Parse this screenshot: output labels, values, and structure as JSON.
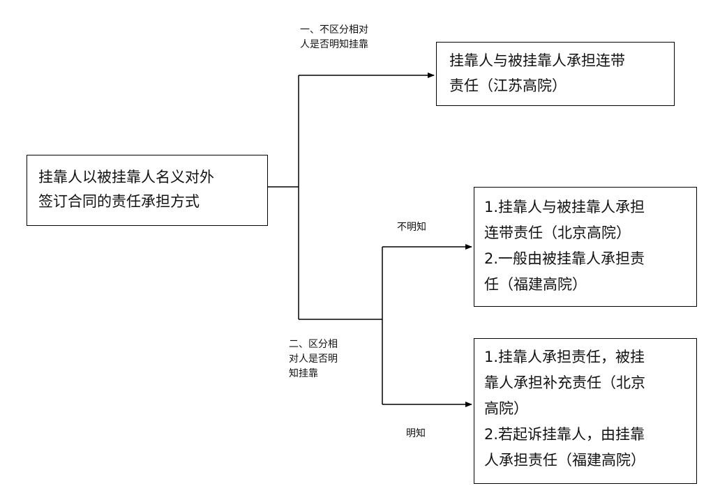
{
  "root_box": {
    "lines": [
      "挂靠人以被挂靠人名义对外",
      "签订合同的责任承担方式"
    ]
  },
  "top_box": {
    "lines": [
      "挂靠人与被挂靠人承担连带",
      "责任（江苏高院）"
    ]
  },
  "mid_box": {
    "lines": [
      "1.挂靠人与被挂靠人承担",
      "连带责任（北京高院）",
      "2.一般由被挂靠人承担责",
      "任（福建高院）"
    ]
  },
  "bottom_box": {
    "lines": [
      "1.挂靠人承担责任，被挂",
      "靠人承担补充责任（北京",
      "高院）",
      "2.若起诉挂靠人，由挂靠",
      "人承担责任（福建高院）"
    ]
  },
  "labels": {
    "branch_one": [
      "一、不区分相对",
      "人是否明知挂靠"
    ],
    "branch_two": [
      "二、区分相",
      "对人是否明",
      "知挂靠"
    ],
    "not_know": "不明知",
    "know": "明知"
  },
  "colors": {
    "line": "#000000",
    "text": "#111111",
    "background": "#ffffff"
  }
}
